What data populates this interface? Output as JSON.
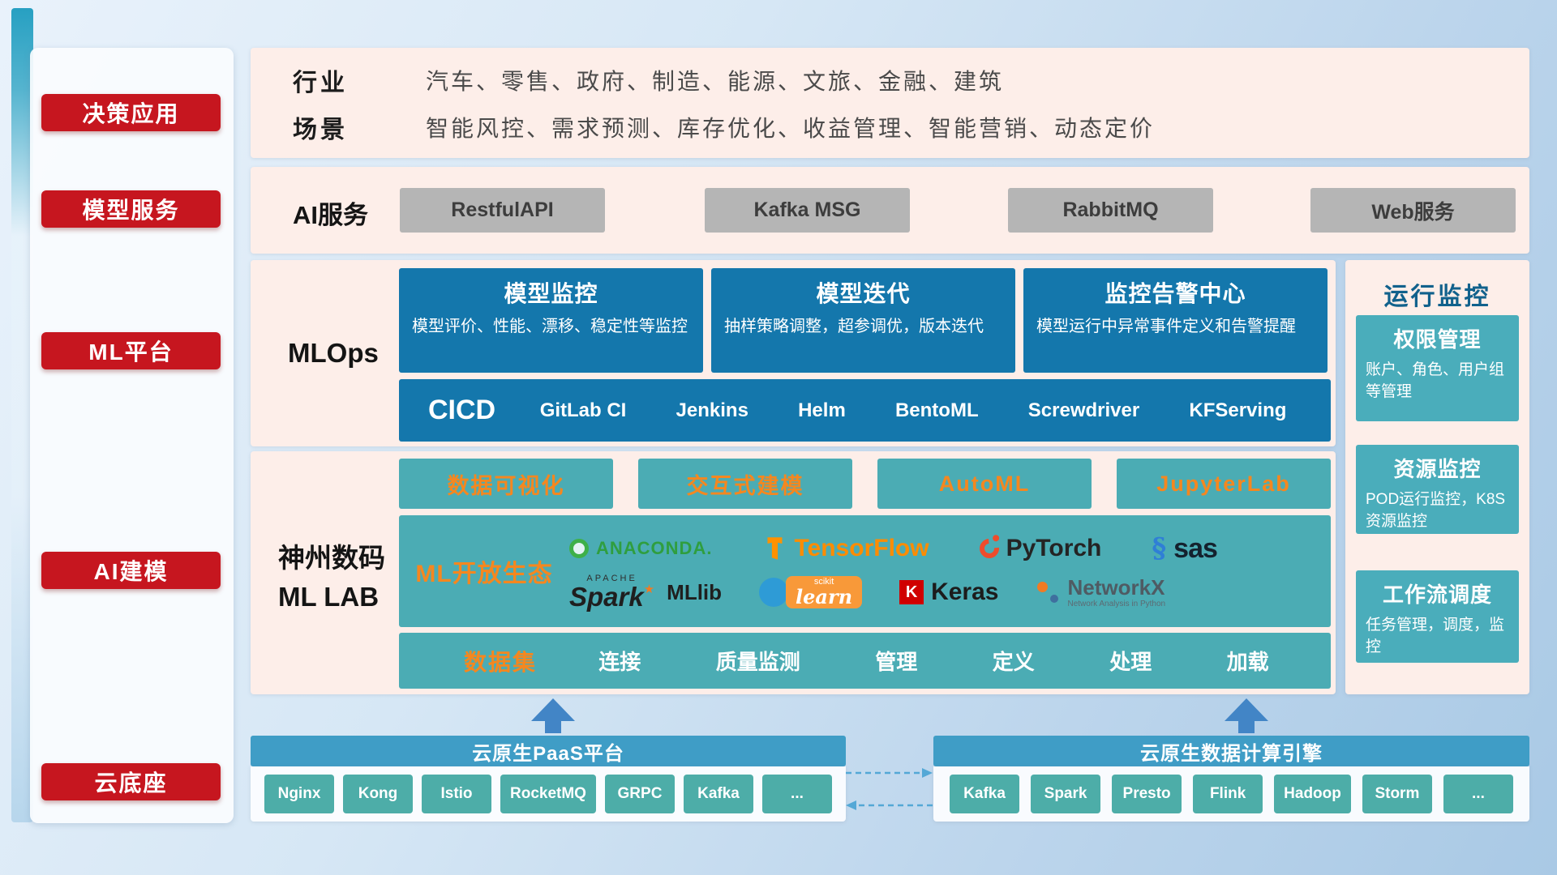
{
  "sidebar": {
    "items": [
      {
        "label": "决策应用"
      },
      {
        "label": "模型服务"
      },
      {
        "label": "ML平台"
      },
      {
        "label": "AI建模"
      },
      {
        "label": "云底座"
      }
    ]
  },
  "industry": {
    "rows": [
      {
        "label": "行业",
        "text": "汽车、零售、政府、制造、能源、文旅、金融、建筑"
      },
      {
        "label": "场景",
        "text": "智能风控、需求预测、库存优化、收益管理、智能营销、动态定价"
      }
    ]
  },
  "ai_service": {
    "label": "AI服务",
    "items": [
      "RestfulAPI",
      "Kafka MSG",
      "RabbitMQ",
      "Web服务"
    ]
  },
  "mlops": {
    "label": "MLOps",
    "cards": [
      {
        "title": "模型监控",
        "desc": "模型评价、性能、漂移、稳定性等监控"
      },
      {
        "title": "模型迭代",
        "desc": "抽样策略调整，超参调优，版本迭代"
      },
      {
        "title": "监控告警中心",
        "desc": "模型运行中异常事件定义和告警提醒"
      }
    ],
    "cicd": {
      "title": "CICD",
      "items": [
        "GitLab CI",
        "Jenkins",
        "Helm",
        "BentoML",
        "Screwdriver",
        "KFServing"
      ]
    }
  },
  "mllab": {
    "label_line1": "神州数码",
    "label_line2": "ML LAB",
    "tools": [
      "数据可视化",
      "交互式建模",
      "AutoML",
      "JupyterLab"
    ],
    "ecosystem_title": "ML开放生态",
    "logos": {
      "anaconda": "ANACONDA.",
      "tensorflow": "TensorFlow",
      "pytorch": "PyTorch",
      "sas": "sas",
      "apache": "APACHE",
      "spark": "Spark",
      "mllib": "MLlib",
      "scikit_top": "scikit",
      "scikit_main": "learn",
      "keras_k": "K",
      "keras": "Keras",
      "networkx": "NetworkX",
      "networkx_sub": "Network Analysis in Python"
    },
    "dataset": {
      "title": "数据集",
      "items": [
        "连接",
        "质量监测",
        "管理",
        "定义",
        "处理",
        "加载"
      ]
    }
  },
  "monitor": {
    "title": "运行监控",
    "cards": [
      {
        "title": "权限管理",
        "desc": "账户、角色、用户组等管理"
      },
      {
        "title": "资源监控",
        "desc": "POD运行监控，K8S资源监控"
      },
      {
        "title": "工作流调度",
        "desc": "任务管理，调度，监控"
      }
    ]
  },
  "cloud": {
    "paas": {
      "title": "云原生PaaS平台",
      "items": [
        "Nginx",
        "Kong",
        "Istio",
        "RocketMQ",
        "GRPC",
        "Kafka",
        "..."
      ]
    },
    "engine": {
      "title": "云原生数据计算引擎",
      "items": [
        "Kafka",
        "Spark",
        "Presto",
        "Flink",
        "Hadoop",
        "Storm",
        "..."
      ]
    }
  },
  "colors": {
    "red": "#c6161f",
    "pink_band": "#fdeee9",
    "blue": "#1477ac",
    "teal": "#4bacb4",
    "orange": "#f5871f",
    "bar_blue": "#3f9dc6",
    "button_teal": "#4dada8",
    "gray_button": "#b5b5b5"
  }
}
